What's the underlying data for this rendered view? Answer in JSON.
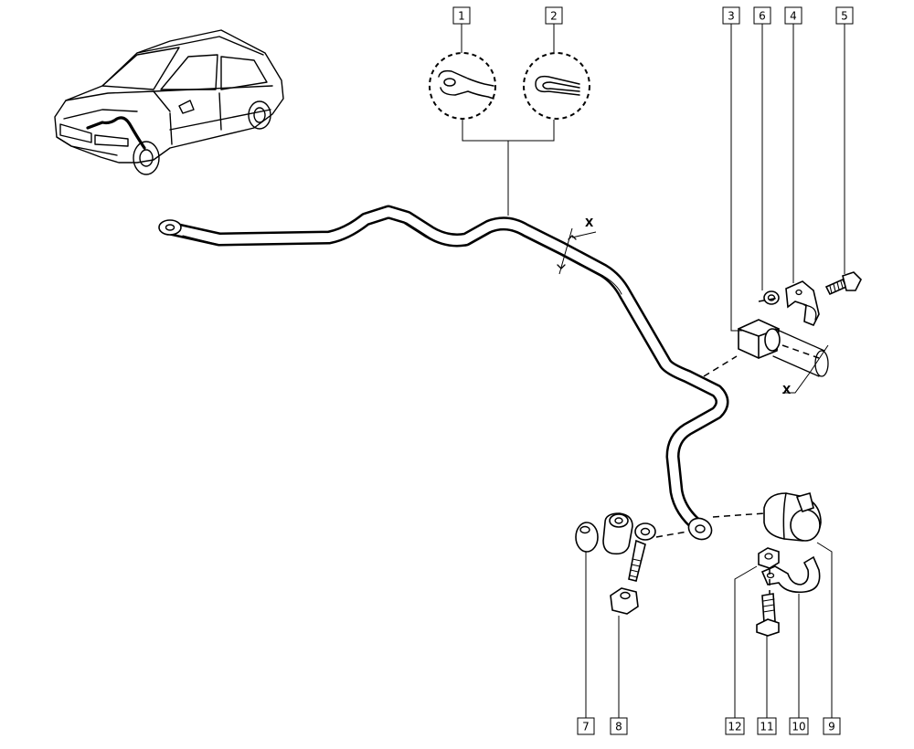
{
  "diagram": {
    "callouts": [
      {
        "id": "c1",
        "text": "1"
      },
      {
        "id": "c2",
        "text": "2"
      },
      {
        "id": "c3",
        "text": "3"
      },
      {
        "id": "c6",
        "text": "6"
      },
      {
        "id": "c4",
        "text": "4"
      },
      {
        "id": "c5",
        "text": "5"
      },
      {
        "id": "c7",
        "text": "7"
      },
      {
        "id": "c8",
        "text": "8"
      },
      {
        "id": "c12",
        "text": "12"
      },
      {
        "id": "c11",
        "text": "11"
      },
      {
        "id": "c10",
        "text": "10"
      },
      {
        "id": "c9",
        "text": "9"
      }
    ],
    "dimension_marks": [
      "X",
      "X"
    ]
  }
}
